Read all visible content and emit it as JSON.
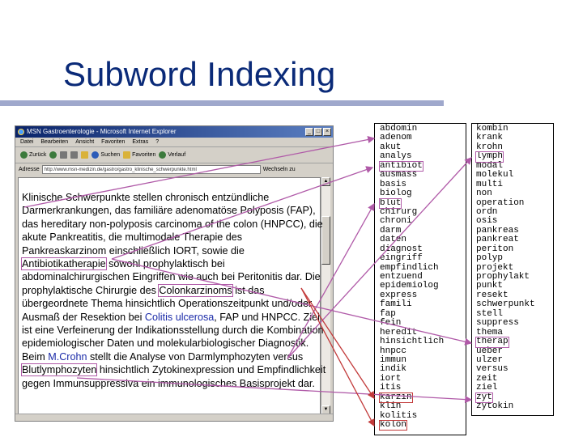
{
  "slide": {
    "title": "Subword Indexing"
  },
  "browser": {
    "window_title": "MSN Gastroenterologie - Microsoft Internet Explorer",
    "menu": [
      "Datei",
      "Bearbeiten",
      "Ansicht",
      "Favoriten",
      "Extras",
      "?"
    ],
    "toolbar": {
      "back": "Zurück",
      "search": "Suchen",
      "favorites": "Favoriten",
      "history": "Verlauf"
    },
    "address_label": "Adresse",
    "address_value": "http://www.msn-medizin.de/gastro/gastro_klinische_schwerpunkte.html",
    "go_label": "Wechseln zu"
  },
  "article": {
    "s1": "Klinische Schwerpunkte stellen chronisch entzündliche Darmerkrankungen, das familiäre adenomatöse Polyposis (FAP), das hereditary non-polyposis carcinoma of the colon (HNPCC), die akute Pankreatitis, die multimodale Therapie des Pankreaskarzinom einschließlich IORT, sowie die ",
    "w_antibiotika": "Antibiotikatherapie",
    "s2": " sowohl prophylaktisch bei abdominalchirurgischen Eingriffen wie auch bei Peritonitis dar. Die prophylaktische Chirurgie des ",
    "w_colon": "Colonkarzinoms",
    "s3": " ist das übergeordnete Thema hinsichtlich Operationszeitpunkt und/oder Ausmaß der Resektion bei ",
    "link_colitis": "Colitis ulcerosa",
    "s4": ", FAP und HNPCC. Ziel ist eine Verfeinerung der Indikationsstellung durch die Kombination epidemiologischer Daten und molekularbiologischer Diagnostik. Beim ",
    "link_crohn": "M.Crohn",
    "s5": " stellt die Analyse von Darmlymphozyten versus ",
    "w_blut": "Blutlymphozyten",
    "s6": " hinsichtlich Zytokinexpression und Empfindlichkeit gegen Immunsuppressiva ein immunologisches Basisprojekt dar."
  },
  "subwords_col1": [
    "abdomin",
    "adenom",
    "akut",
    "analys",
    "antibiot",
    "ausmass",
    "basis",
    "biolog",
    "blut",
    "chirurg",
    "chroni",
    "darm",
    "daten",
    "diagnost",
    "eingriff",
    "empfindlich",
    "entzuend",
    "epidemiolog",
    "express",
    "famili",
    "fap",
    "fein",
    "heredit",
    "hinsichtlich",
    "hnpcc",
    "immun",
    "indik",
    "iort",
    "itis",
    "karzin",
    "klin",
    "kolitis",
    "kolon"
  ],
  "subwords_col2": [
    "kombin",
    "krank",
    "krohn",
    "lymph",
    "modal",
    "molekul",
    "multi",
    "non",
    "operation",
    "ordn",
    "osis",
    "pankreas",
    "pankreat",
    "periton",
    "polyp",
    "projekt",
    "prophylakt",
    "punkt",
    "resekt",
    "schwerpunkt",
    "stell",
    "suppress",
    "thema",
    "therap",
    "ueber",
    "ulzer",
    "versus",
    "zeit",
    "ziel",
    "zyt",
    "zytokin"
  ],
  "highlighted": {
    "purple": [
      "antibiot",
      "blut",
      "lymph",
      "therap",
      "zyt"
    ],
    "red": [
      "karzin",
      "kolon"
    ]
  },
  "colors": {
    "title": "#0a2a78",
    "rule": "#9fa8cc",
    "purple": "#b05aa8",
    "red": "#c23a3a",
    "link": "#1a2aa8"
  }
}
